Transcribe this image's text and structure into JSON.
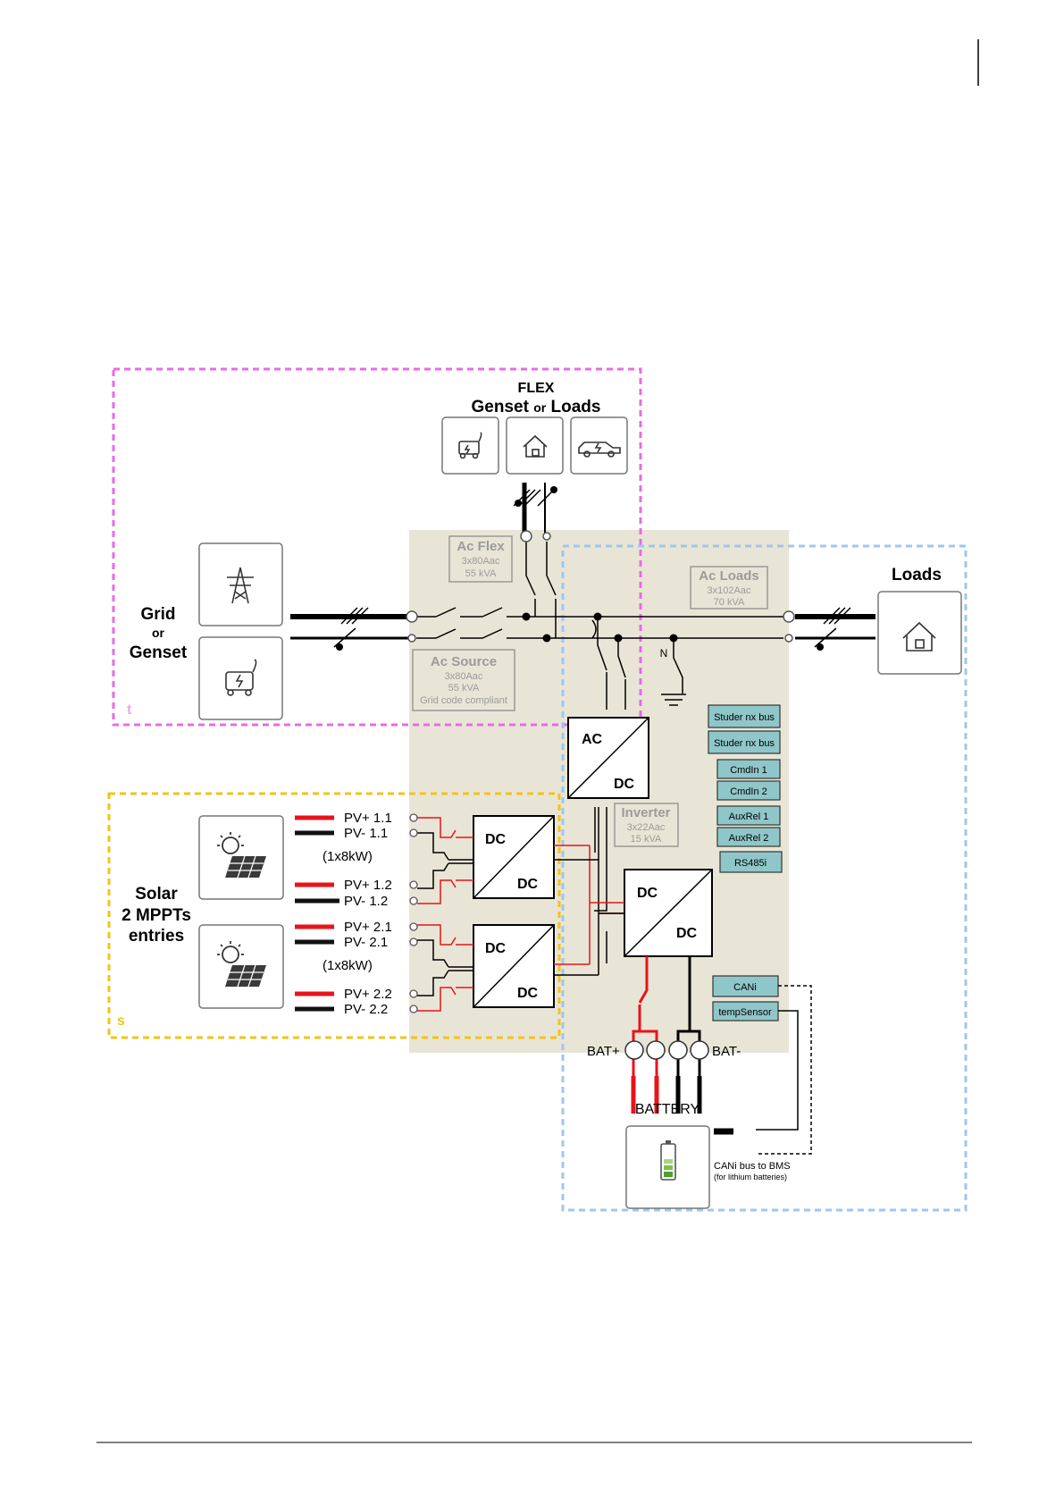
{
  "flex": {
    "title": "FLEX",
    "subtitle_part1": "Genset",
    "subtitle_or": "or",
    "subtitle_part2": "Loads"
  },
  "grid": {
    "title": "Grid",
    "or": "or",
    "genset": "Genset",
    "corner_mark": "t"
  },
  "loads": {
    "title": "Loads"
  },
  "solar": {
    "title": "Solar",
    "line2": "2 MPPTs",
    "line3": "entries",
    "corner_mark": "s"
  },
  "ac_flex": {
    "title": "Ac Flex",
    "current": "3x80Aac",
    "power": "55 kVA"
  },
  "ac_loads": {
    "title": "Ac Loads",
    "current": "3x102Aac",
    "power": "70 kVA"
  },
  "ac_source": {
    "title": "Ac Source",
    "current": "3x80Aac",
    "power": "55 kVA",
    "note": "Grid code compliant"
  },
  "inverter": {
    "title": "Inverter",
    "current": "3x22Aac",
    "power": "15 kVA"
  },
  "neutral_label": "N",
  "converters": {
    "acdc": {
      "top": "AC",
      "bottom": "DC"
    },
    "mppt1": {
      "top": "DC",
      "bottom": "DC"
    },
    "mppt2": {
      "top": "DC",
      "bottom": "DC"
    },
    "battery_dcdc": {
      "top": "DC",
      "bottom": "DC"
    }
  },
  "pv": {
    "pv_plus_11": "PV+ 1.1",
    "pv_minus_11": "PV- 1.1",
    "pv_plus_12": "PV+ 1.2",
    "pv_minus_12": "PV- 1.2",
    "pv_plus_21": "PV+ 2.1",
    "pv_minus_21": "PV- 2.1",
    "pv_plus_22": "PV+ 2.2",
    "pv_minus_22": "PV- 2.2",
    "rating1": "(1x8kW)",
    "rating2": "(1x8kW)"
  },
  "ports": {
    "studer1": "Studer nx bus",
    "studer2": "Studer nx bus",
    "cmdin1": "CmdIn 1",
    "cmdin2": "CmdIn 2",
    "auxrel1": "AuxRel 1",
    "auxrel2": "AuxRel 2",
    "rs485": "RS485i",
    "cani": "CANi",
    "tempsensor": "tempSensor"
  },
  "battery": {
    "bat_plus": "BAT+",
    "bat_minus": "BAT-",
    "title": "BATTERY",
    "bms_line1": "CANi bus to BMS",
    "bms_line2": "(for lithium batteries)"
  },
  "colors": {
    "flex_zone": "#e86be8",
    "loads_zone": "#9ec7ee",
    "solar_zone": "#f2c318",
    "beige": "#e8e5d6",
    "port_fill": "#8fc6c9",
    "positive": "#e8141a",
    "negative": "#111111",
    "muted_text": "#9b9b9b"
  },
  "icons": [
    "grid-pylon-icon",
    "genset-icon",
    "house-icon",
    "car-charging-icon",
    "solar-panel-icon",
    "battery-icon"
  ]
}
